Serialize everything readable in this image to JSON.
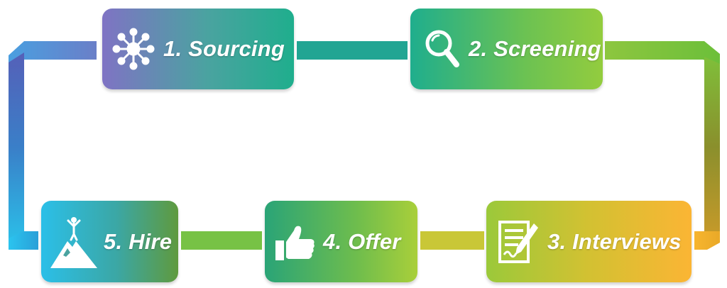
{
  "diagram": {
    "steps": [
      {
        "label": "1. Sourcing",
        "icon": "network-burst-icon"
      },
      {
        "label": "2. Screening",
        "icon": "magnifier-icon"
      },
      {
        "label": "3. Interviews",
        "icon": "document-pen-icon"
      },
      {
        "label": "4. Offer",
        "icon": "thumbs-up-icon"
      },
      {
        "label": "5. Hire",
        "icon": "mountain-summit-icon"
      }
    ],
    "colors": {
      "purple": "#6a5fc0",
      "teal": "#1fae8d",
      "green": "#7dc142",
      "olive": "#8c9a2a",
      "orange": "#fbb534",
      "sky": "#2bbfe8"
    }
  }
}
